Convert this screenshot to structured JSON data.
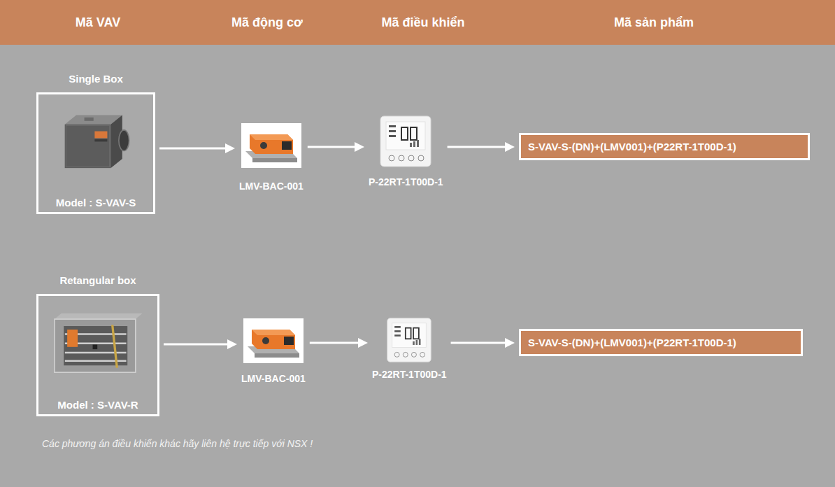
{
  "diagram": {
    "nodes": [
      {
        "text": [
          "Mã VAV",
          "Mã động cơ",
          "Mã điều khiển",
          "Mã sản phẩm"
        ]
      },
      {
        "text": [
          "Single Box",
          "Model : S-VAV-S"
        ]
      },
      {
        "text": [
          "LMV-BAC-001"
        ]
      },
      {
        "text": [
          "P-22RT-1T00D-1"
        ]
      },
      {
        "text": [
          "S-VAV-S-(DN)+(LMV001)+(P22RT-1T00D-1)"
        ]
      },
      {
        "text": [
          "Retangular box",
          "Model : S-VAV-R"
        ]
      },
      {
        "text": [
          "LMV-BAC-001"
        ]
      },
      {
        "text": [
          "P-22RT-1T00D-1"
        ]
      },
      {
        "text": [
          "S-VAV-S-(DN)+(LMV001)+(P22RT-1T00D-1)"
        ]
      }
    ],
    "edges": [
      {
        "from": 1,
        "to": 2,
        "arrow": "to"
      },
      {
        "from": 2,
        "to": 3,
        "arrow": "to"
      },
      {
        "from": 3,
        "to": 4,
        "arrow": "to"
      },
      {
        "from": 5,
        "to": 6,
        "arrow": "to"
      },
      {
        "from": 6,
        "to": 7,
        "arrow": "to"
      },
      {
        "from": 7,
        "to": 8,
        "arrow": "to"
      }
    ],
    "labels": [
      "Các phương án điều khiển khác hãy liên hệ trực tiếp với NSX !"
    ]
  }
}
